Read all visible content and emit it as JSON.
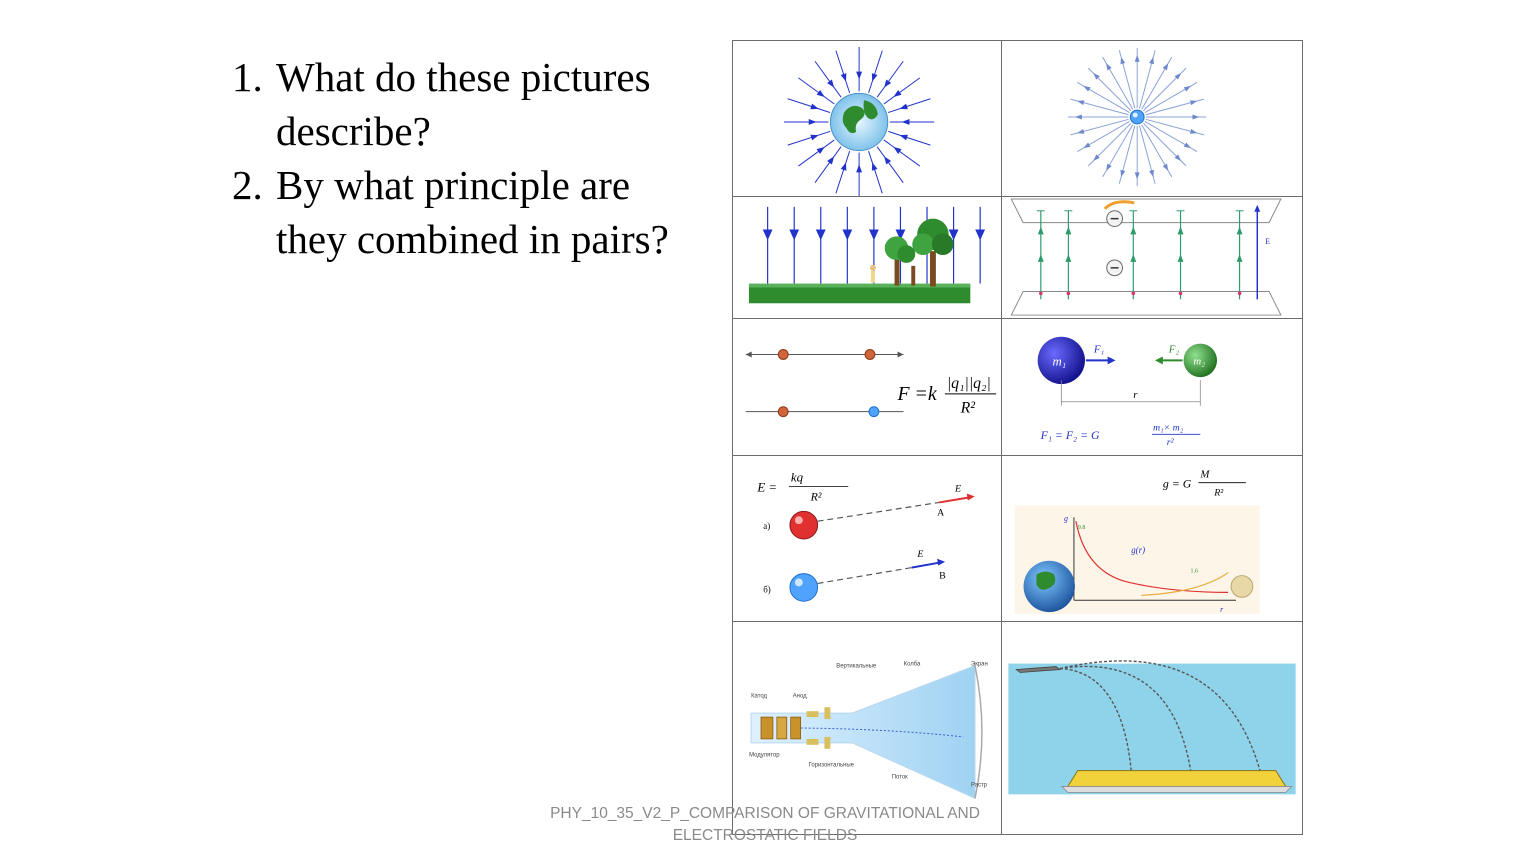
{
  "slide": {
    "questions": [
      {
        "number": "1.",
        "line1": "What do these pictures",
        "line2": "describe?"
      },
      {
        "number": "2.",
        "line1": "By what principle are",
        "line2": "they combined in pairs?"
      }
    ],
    "footer": {
      "line1": "PHY_10_35_V2_P_COMPARISON OF GRAVITATIONAL AND",
      "line2": "ELECTROSTATIC FIELDS"
    }
  },
  "pictures": {
    "coulomb_formula": {
      "lhs": "F =k",
      "num": "|q₁||q₂|",
      "den": "R²"
    },
    "newton_formula": {
      "lhs": "F₁ = F₂ = G",
      "num": "m₁× m₂",
      "den": "r²",
      "m1": "m₁",
      "m2": "m₂",
      "f1": "F₁",
      "f2": "F₂",
      "r": "r"
    },
    "efield_formula": {
      "lhs": "E =",
      "num": "kq",
      "den": "R²",
      "label_a": "a)",
      "label_b": "б)",
      "point_a": "A",
      "point_b": "B",
      "vec": "E⃗"
    },
    "gfield_formula": {
      "lhs": "g = G",
      "num": "M",
      "den": "R²",
      "curve": "g(r)",
      "val1": "9.8",
      "val2": "1.6",
      "axis_y": "g",
      "axis_x": "r"
    },
    "uniform_e_label": "E",
    "crt_labels": [
      "Катод",
      "Анод",
      "Модулятор",
      "Вертикальные",
      "Колба",
      "Экран",
      "Горизонтальные",
      "Поток",
      "Растр"
    ]
  },
  "colors": {
    "grid_border": "#6b6b6b",
    "field_blue": "#2233cc",
    "charge_blue": "#4fa3ff",
    "earth_green": "#2e8b2e",
    "sky": "#8fd3ea"
  }
}
